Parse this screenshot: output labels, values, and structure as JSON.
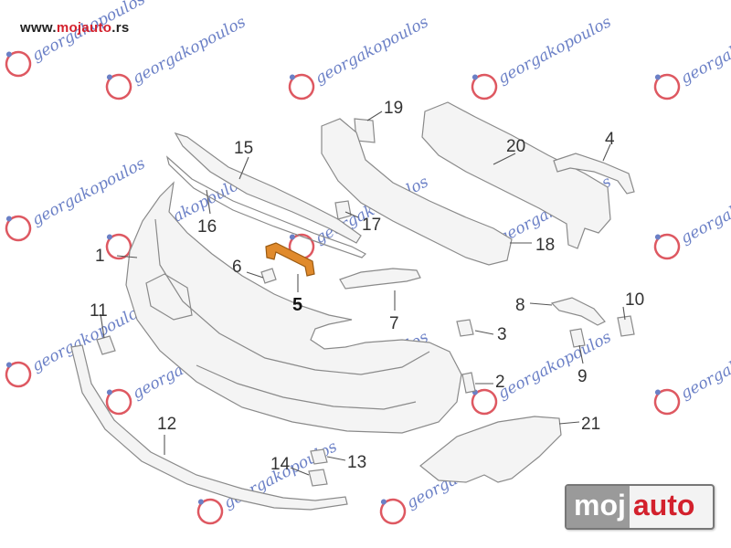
{
  "site_url": {
    "prefix": "www.",
    "brand": "mojauto",
    "suffix": ".rs"
  },
  "watermark": {
    "text": "georgakopoulos"
  },
  "badge": {
    "part1": "moj",
    "part2": "auto"
  },
  "colors": {
    "brand_red": "#d3212d",
    "watermark_blue": "#3a56b4",
    "highlight_part": "#e08a2c"
  },
  "callouts": [
    {
      "id": "1",
      "label": "1"
    },
    {
      "id": "2",
      "label": "2"
    },
    {
      "id": "3",
      "label": "3"
    },
    {
      "id": "4",
      "label": "4"
    },
    {
      "id": "5",
      "label": "5",
      "highlighted": true
    },
    {
      "id": "6",
      "label": "6"
    },
    {
      "id": "7",
      "label": "7"
    },
    {
      "id": "8",
      "label": "8"
    },
    {
      "id": "9",
      "label": "9"
    },
    {
      "id": "10",
      "label": "10"
    },
    {
      "id": "11",
      "label": "11"
    },
    {
      "id": "12",
      "label": "12"
    },
    {
      "id": "13",
      "label": "13"
    },
    {
      "id": "14",
      "label": "14"
    },
    {
      "id": "15",
      "label": "15"
    },
    {
      "id": "16",
      "label": "16"
    },
    {
      "id": "17",
      "label": "17"
    },
    {
      "id": "18",
      "label": "18"
    },
    {
      "id": "19",
      "label": "19"
    },
    {
      "id": "20",
      "label": "20"
    },
    {
      "id": "21",
      "label": "21"
    }
  ]
}
